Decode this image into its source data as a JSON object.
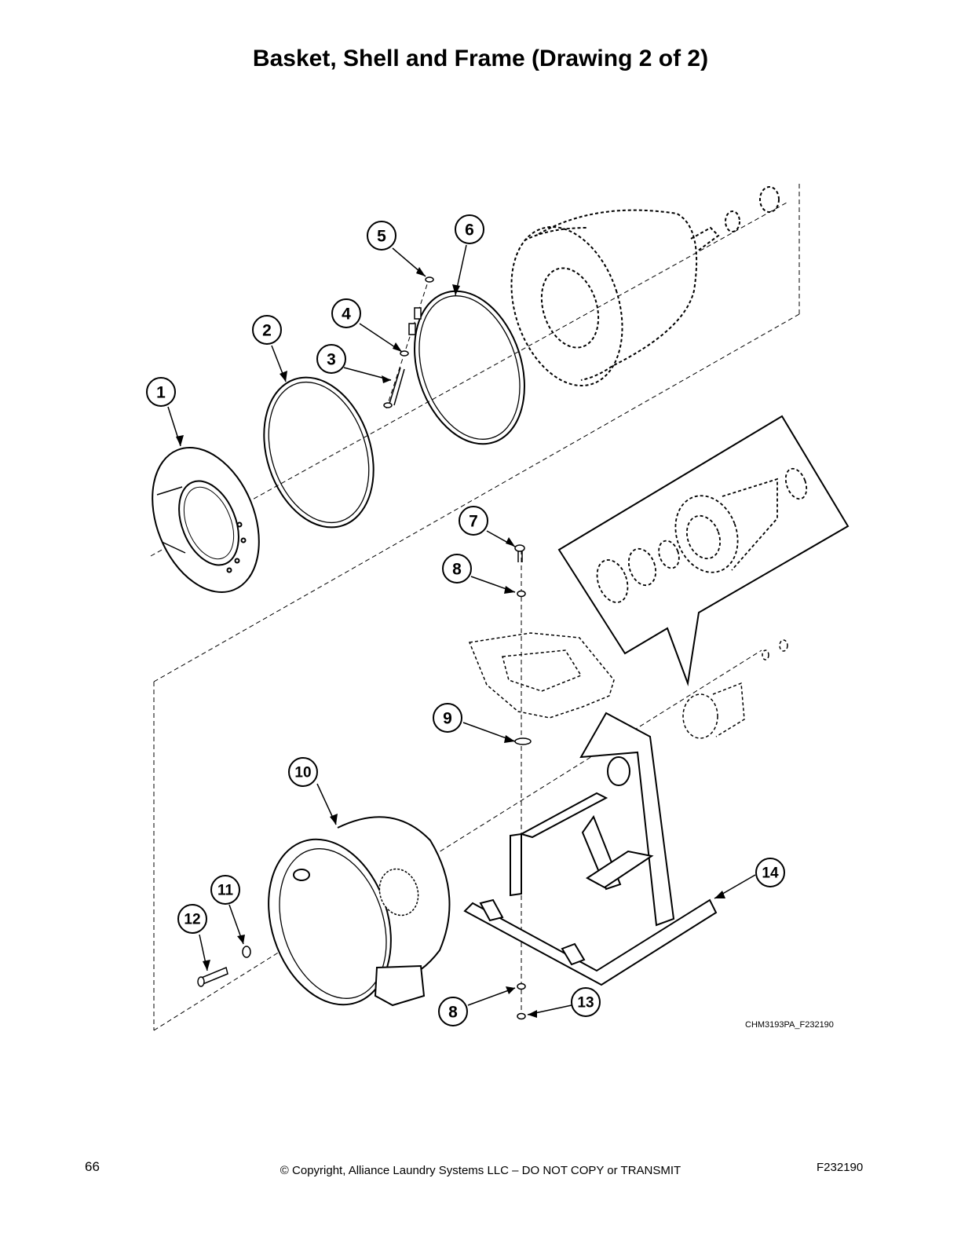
{
  "title": "Basket, Shell and Frame (Drawing 2 of 2)",
  "callouts": [
    "1",
    "2",
    "3",
    "4",
    "5",
    "6",
    "7",
    "8",
    "9",
    "10",
    "11",
    "12",
    "13",
    "14",
    "8"
  ],
  "drawing_code": "CHM3193PA_F232190",
  "footer": {
    "page_number": "66",
    "copyright": "© Copyright, Alliance Laundry Systems LLC – DO NOT COPY or TRANSMIT",
    "doc_code": "F232190"
  }
}
